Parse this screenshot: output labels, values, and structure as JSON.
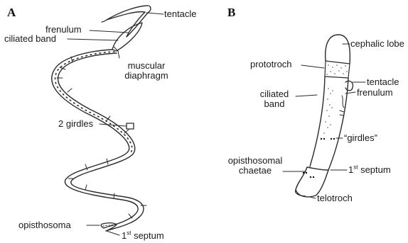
{
  "panels": {
    "a": "A",
    "b": "B"
  },
  "labels_a": {
    "tentacle": "tentacle",
    "frenulum": "frenulum",
    "ciliated_band": "ciliated band",
    "muscular_line1": "muscular",
    "muscular_line2": "diaphragm",
    "girdles": "2 girdles",
    "opisthosoma": "opisthosoma",
    "septum_num": "1",
    "septum_sup": "st",
    "septum_word": " septum"
  },
  "labels_b": {
    "cephalic_lobe": "cephalic lobe",
    "prototroch": "prototroch",
    "tentacle": "tentacle",
    "ciliated_line1": "ciliated",
    "ciliated_line2": "band",
    "frenulum": "frenulum",
    "girdles": "“girdles”",
    "opisthosomal_line1": "opisthosomal",
    "opisthosomal_line2": "chaetae",
    "septum_num": "1",
    "septum_sup": "st",
    "septum_word": " septum",
    "telotroch": "telotroch"
  }
}
